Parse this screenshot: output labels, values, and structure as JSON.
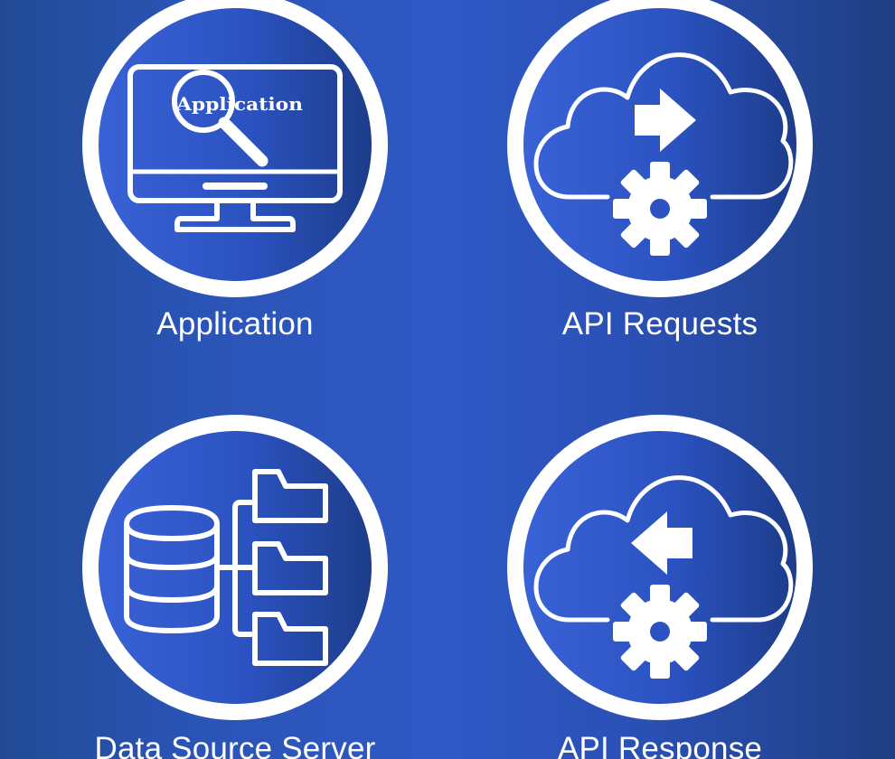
{
  "nodes": [
    {
      "id": "application",
      "label": "Application",
      "icon": "monitor-search-icon",
      "screen_text": "Application"
    },
    {
      "id": "api-requests",
      "label": "API Requests",
      "icon": "cloud-arrow-right-gear-icon"
    },
    {
      "id": "data-source-server",
      "label": "Data Source Server",
      "icon": "database-folders-icon"
    },
    {
      "id": "api-response",
      "label": "API Response",
      "icon": "cloud-arrow-left-gear-icon"
    }
  ],
  "colors": {
    "background_left": "#214a94",
    "background_center": "#2f58c6",
    "background_right": "#1f3f83",
    "circle_inner": "#243f95",
    "foreground": "#ffffff"
  }
}
